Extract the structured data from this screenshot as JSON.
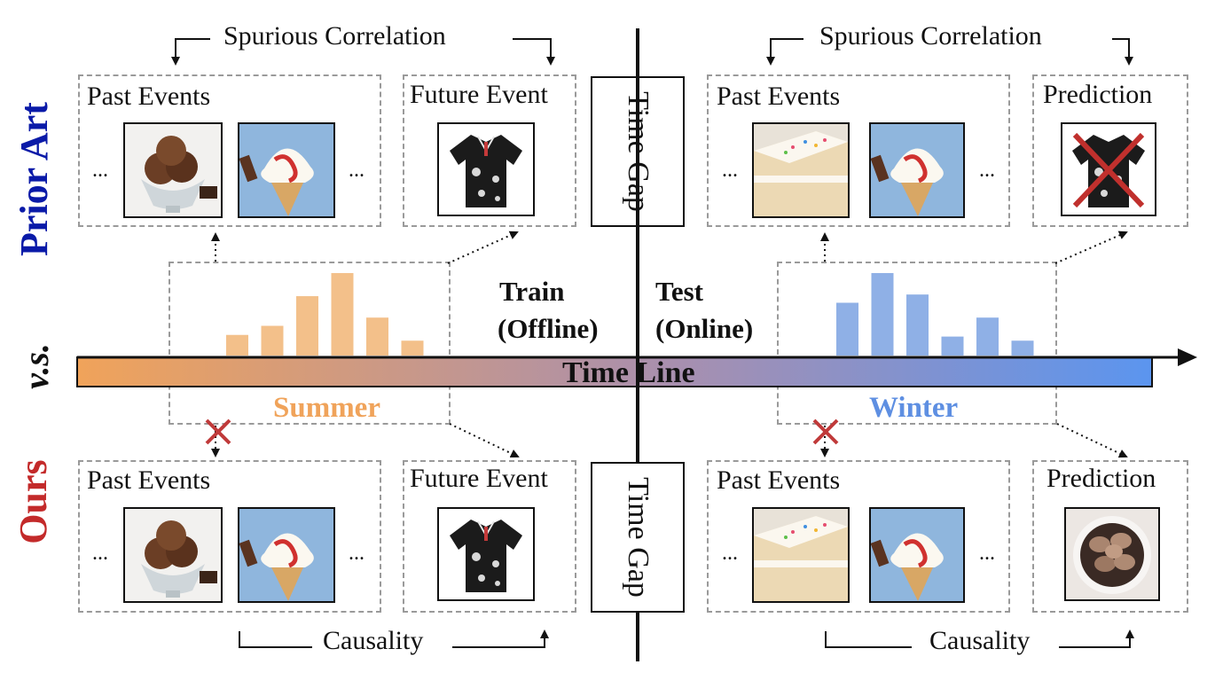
{
  "side_labels": {
    "top": "Prior Art",
    "middle": "v.s.",
    "bottom": "Ours"
  },
  "colors": {
    "prior": "#0a1aa8",
    "ours": "#c32a2a",
    "summer": "#f0a35a",
    "winter": "#5e8fe2",
    "summer_bars": "#f3c08a",
    "winter_bars": "#8fb0e6",
    "cross": "#c03a3a"
  },
  "top": {
    "left_annotation": "Spurious Correlation",
    "right_annotation": "Spurious Correlation",
    "train_past_title": "Past Events",
    "train_future_title": "Future Event",
    "test_past_title": "Past Events",
    "test_pred_title": "Prediction"
  },
  "bottom": {
    "left_annotation": "Causality",
    "right_annotation": "Causality",
    "train_past_title": "Past Events",
    "train_future_title": "Future Event",
    "test_past_title": "Past Events",
    "test_pred_title": "Prediction"
  },
  "ellipsis": "...",
  "time_gap": "Time Gap",
  "phases": {
    "train_line1": "Train",
    "train_line2": "(Offline)",
    "test_line1": "Test",
    "test_line2": "(Online)"
  },
  "timeline": "Time Line",
  "seasons": {
    "summer": "Summer",
    "winter": "Winter"
  },
  "histograms": {
    "summer": [
      0.25,
      0.36,
      0.72,
      1.0,
      0.46,
      0.18
    ],
    "winter": [
      0.64,
      1.0,
      0.74,
      0.23,
      0.46,
      0.18
    ]
  },
  "icons": {
    "ice_cream_bowl": "ice-cream-bowl",
    "soft_serve": "soft-serve-cone",
    "shirt": "hawaiian-shirt",
    "cake": "cake-slice",
    "macarons": "macarons-bowl",
    "wrong": "red-cross"
  }
}
